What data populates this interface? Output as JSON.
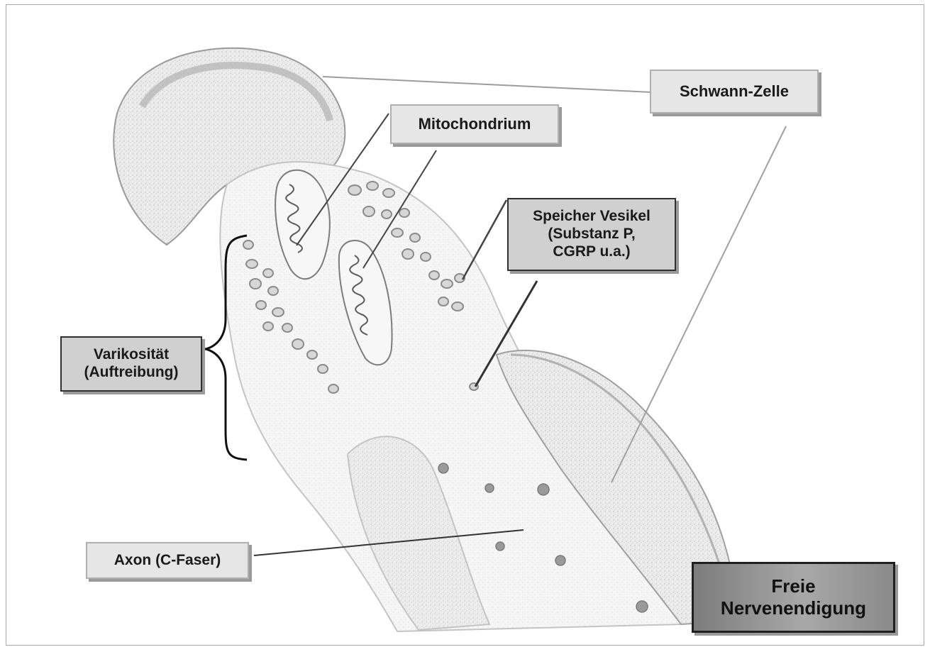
{
  "labels": {
    "schwann": "Schwann-Zelle",
    "mitochondrium": "Mitochondrium",
    "speicher": "Speicher Vesikel\n(Substanz P,\nCGRP u.a.)",
    "varikositaet": "Varikosität\n(Auftreibung)",
    "axon": "Axon (C-Faser)",
    "freie": "Freie\nNervenendigung"
  }
}
